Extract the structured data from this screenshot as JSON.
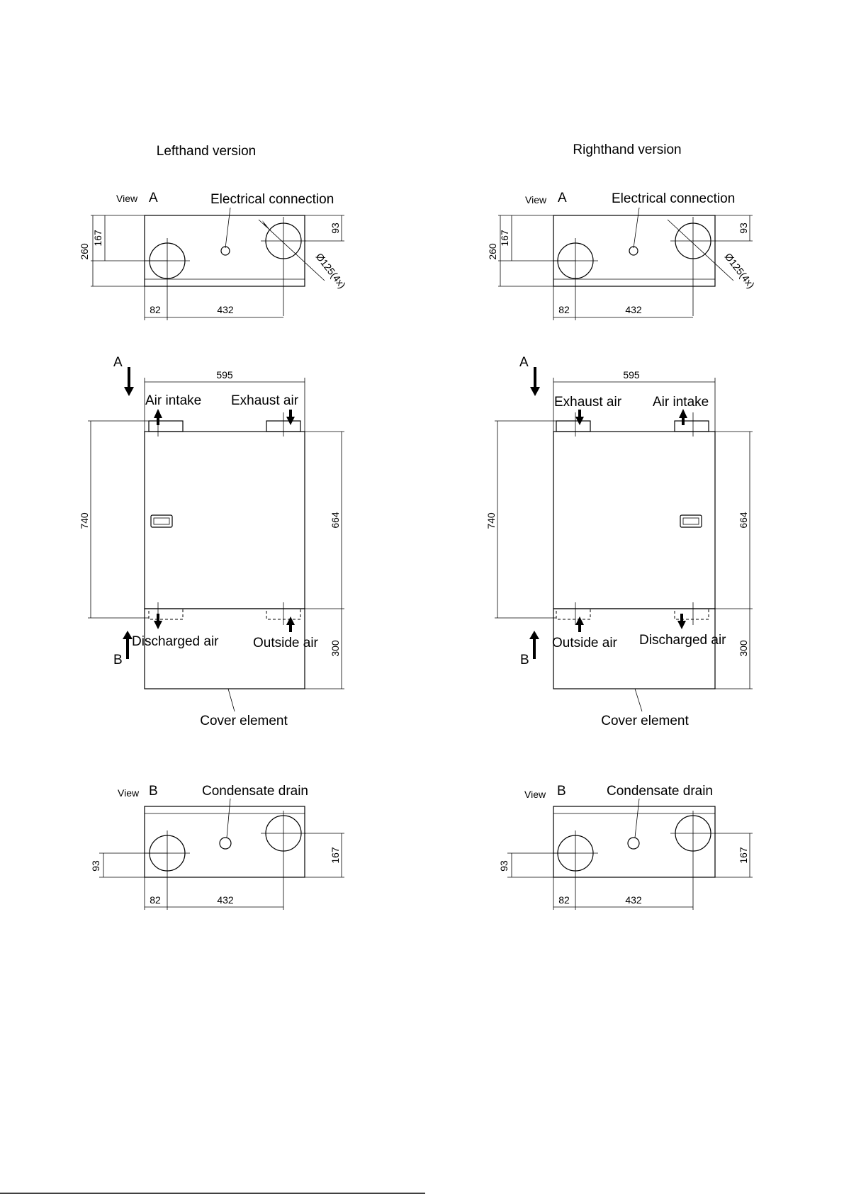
{
  "left": {
    "title": "Lefthand version",
    "view_a": {
      "view_word": "View",
      "view_letter": "A",
      "electrical": "Electrical connection",
      "dim_260": "260",
      "dim_167": "167",
      "dim_93": "93",
      "diameter": "Ø125(4x)",
      "dim_82": "82",
      "dim_432": "432"
    },
    "front": {
      "arrow_a": "A",
      "arrow_b": "B",
      "dim_595": "595",
      "dim_740": "740",
      "dim_664": "664",
      "dim_300": "300",
      "top_left": "Air intake",
      "top_right": "Exhaust air",
      "bottom_left": "Dischar​ged air",
      "bottom_right": "Outside air",
      "cover": "Cover element"
    },
    "view_b": {
      "view_word": "View",
      "view_letter": "B",
      "drain": "Condensate drain",
      "dim_93": "93",
      "dim_167": "167",
      "dim_82": "82",
      "dim_432": "432"
    }
  },
  "right": {
    "title": "Righthand version",
    "view_a": {
      "view_word": "View",
      "view_letter": "A",
      "electrical": "Electrical connection",
      "dim_260": "260",
      "dim_167": "167",
      "dim_93": "93",
      "diameter": "Ø125(4x)",
      "dim_82": "82",
      "dim_432": "432"
    },
    "front": {
      "arrow_a": "A",
      "arrow_b": "B",
      "dim_595": "595",
      "dim_740": "740",
      "dim_664": "664",
      "dim_300": "300",
      "top_left": "Exhaust air",
      "top_right": "Air intake",
      "bottom_left": "Outside air",
      "bottom_right": "Discharged air",
      "cover": "Cover element"
    },
    "view_b": {
      "view_word": "View",
      "view_letter": "B",
      "drain": "Condensate drain",
      "dim_93": "93",
      "dim_167": "167",
      "dim_82": "82",
      "dim_432": "432"
    }
  }
}
